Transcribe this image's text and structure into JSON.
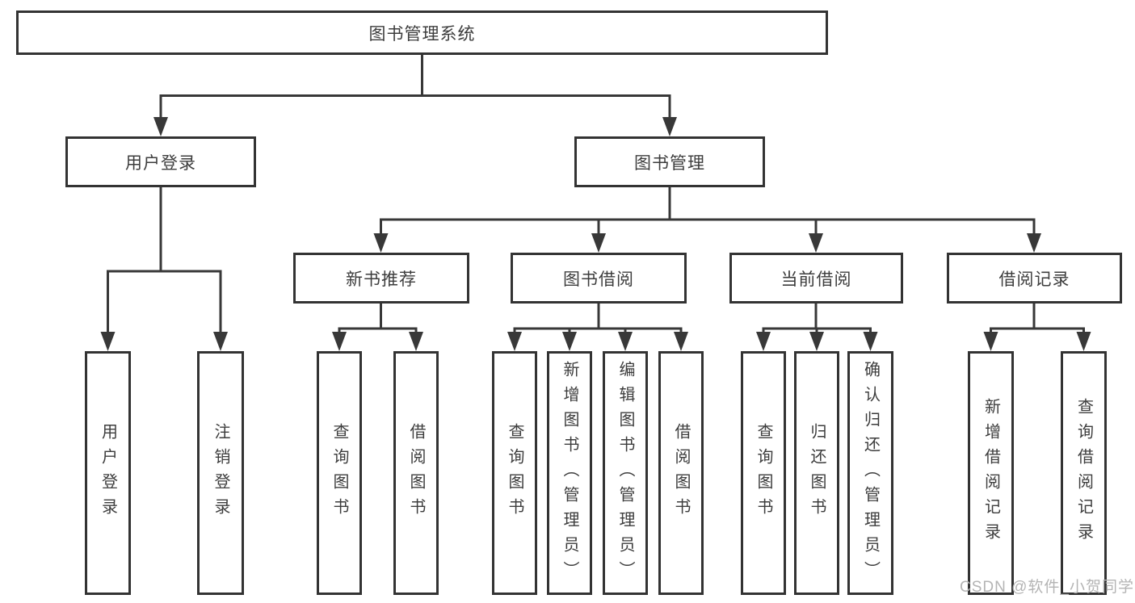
{
  "diagram": {
    "type": "hierarchy-tree",
    "colors": {
      "line": "#383838",
      "box_border": "#333333",
      "text": "#3d3d3d",
      "background": "#ffffff",
      "watermark": "#b4b4b4"
    },
    "tree": {
      "label": "图书管理系统",
      "children": [
        {
          "label": "用户登录",
          "children": [
            {
              "label": "用户登录"
            },
            {
              "label": "注销登录"
            }
          ]
        },
        {
          "label": "图书管理",
          "children": [
            {
              "label": "新书推荐",
              "children": [
                {
                  "label": "查询图书"
                },
                {
                  "label": "借阅图书"
                }
              ]
            },
            {
              "label": "图书借阅",
              "children": [
                {
                  "label": "查询图书"
                },
                {
                  "label": "新增图书（管理员）"
                },
                {
                  "label": "编辑图书（管理员）"
                },
                {
                  "label": "借阅图书"
                }
              ]
            },
            {
              "label": "当前借阅",
              "children": [
                {
                  "label": "查询图书"
                },
                {
                  "label": "归还图书"
                },
                {
                  "label": "确认归还（管理员）"
                }
              ]
            },
            {
              "label": "借阅记录",
              "children": [
                {
                  "label": "新增借阅记录"
                },
                {
                  "label": "查询借阅记录"
                }
              ]
            }
          ]
        }
      ]
    },
    "watermark": {
      "text": "CSDN @软件_小贺同学"
    }
  }
}
